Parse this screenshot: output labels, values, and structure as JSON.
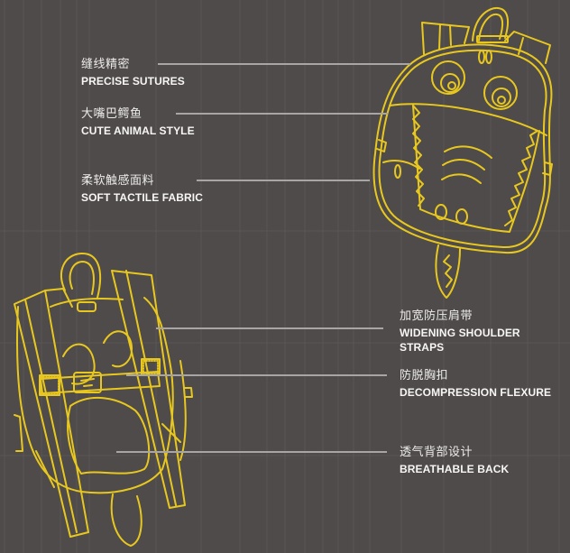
{
  "colors": {
    "background": "#4f4b4a",
    "grid_line": "#5d5958",
    "illustration_stroke": "#e8c81e",
    "leader_line": "#a8a6a4",
    "text": "#f4f3f1"
  },
  "illustrations": {
    "front_view": {
      "name": "crocodile-backpack-front",
      "icon": "backpack-front-outline"
    },
    "back_view": {
      "name": "crocodile-backpack-back",
      "icon": "backpack-back-outline"
    }
  },
  "features": [
    {
      "id": "precise-sutures",
      "cn": "缝线精密",
      "en": "PRECISE SUTURES"
    },
    {
      "id": "cute-animal-style",
      "cn": "大嘴巴鳄鱼",
      "en": "CUTE ANIMAL STYLE"
    },
    {
      "id": "soft-tactile-fabric",
      "cn": "柔软触感面料",
      "en": "SOFT TACTILE FABRIC"
    },
    {
      "id": "widening-shoulder-straps",
      "cn": "加宽防压肩带",
      "en": "WIDENING SHOULDER STRAPS",
      "en_line1": "WIDENING SHOULDER",
      "en_line2": "STRAPS"
    },
    {
      "id": "decompression-flexure",
      "cn": "防脱胸扣",
      "en": "DECOMPRESSION FLEXURE"
    },
    {
      "id": "breathable-back",
      "cn": "透气背部设计",
      "en": "BREATHABLE BACK"
    }
  ]
}
